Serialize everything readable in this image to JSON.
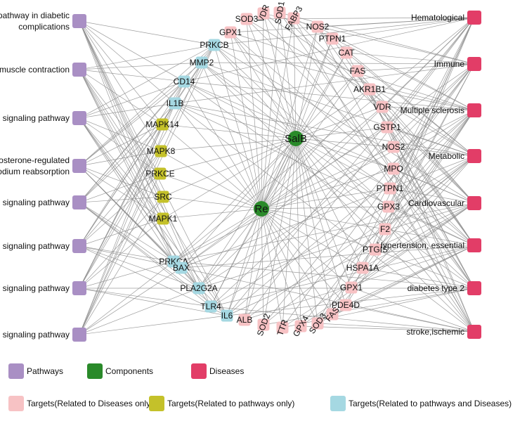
{
  "colors": {
    "pathway": "#a98fc4",
    "component": "#2a8a2a",
    "disease": "#e23d67",
    "target_disease": "#f7c2c4",
    "target_pathway": "#c4c12a",
    "target_both": "#a5d8e2",
    "edge": "#8c8c8c"
  },
  "components": [
    "SalB",
    "Re"
  ],
  "pathways": [
    "AGE-RAGE signaling pathway in diabetic complications",
    "Vascular smooth muscle contraction",
    "MAPK signaling pathway",
    "Aldosterone-regulated sodium reabsorption",
    "GnRH signaling pathway",
    "VEGF signaling pathway",
    "Toll-like receptor signaling pathway",
    "NF-kappa B signaling pathway"
  ],
  "diseases": [
    "Hematological",
    "Immune",
    "Multiple sclerosis",
    "Metabolic",
    "Cardiovascular",
    "Hypertension, essential",
    "diabetes type 2",
    "stroke,ischemic"
  ],
  "targets_both": [
    "PRKCB",
    "MMP2",
    "CD14",
    "IL1B",
    "PRKCA",
    "BAX",
    "PLA2G2A",
    "TLR4",
    "IL6"
  ],
  "targets_pathway_only": [
    "MAPK14",
    "MAPK8",
    "PRKCE",
    "SRC",
    "MAPK1"
  ],
  "targets_disease_top": [
    "GPX1",
    "SOD3",
    "VDR",
    "SOD1",
    "FABP3"
  ],
  "targets_disease_right": [
    "NOS2",
    "PTPN1",
    "CAT",
    "FAS",
    "AKR1B1",
    "VDR",
    "GSTP1",
    "NOS2",
    "MPO",
    "PTPN1",
    "GPX3",
    "F2",
    "PTGIS",
    "HSPA1A",
    "GPX1",
    "PDE4D"
  ],
  "targets_disease_bottom": [
    "ALB",
    "SOD2",
    "TTR",
    "GPX4",
    "SOD3",
    "FAS"
  ],
  "legend": [
    {
      "label": "Pathways",
      "type": "pathway"
    },
    {
      "label": "Components",
      "type": "component"
    },
    {
      "label": "Diseases",
      "type": "disease"
    },
    {
      "label": "Targets(Related to Diseases only)",
      "type": "target_disease"
    },
    {
      "label": "Targets(Related to pathways only)",
      "type": "target_pathway"
    },
    {
      "label": "Targets(Related to pathways and Diseases)",
      "type": "target_both"
    }
  ]
}
